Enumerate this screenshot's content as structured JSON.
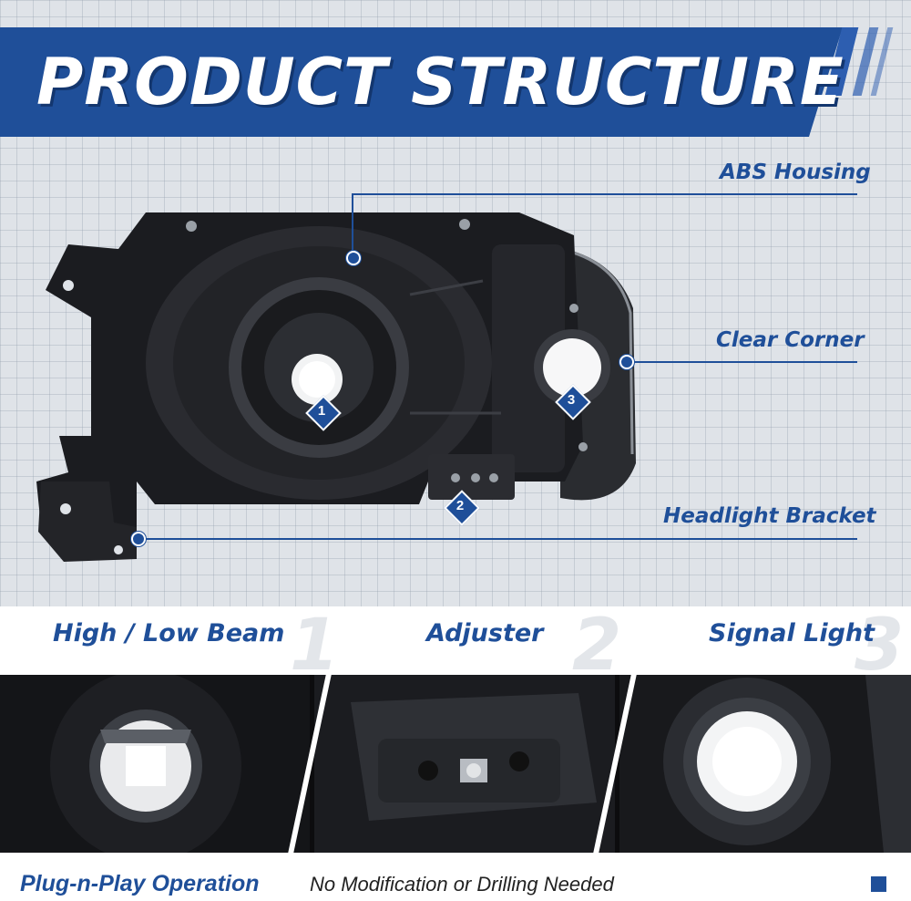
{
  "header": {
    "title": "PRODUCT STRUCTURE"
  },
  "callouts": {
    "abs_housing": "ABS Housing",
    "clear_corner": "Clear Corner",
    "headlight_bracket": "Headlight Bracket"
  },
  "markers": [
    "1",
    "2",
    "3"
  ],
  "features": [
    {
      "label": "High / Low Beam",
      "number": "1"
    },
    {
      "label": "Adjuster",
      "number": "2"
    },
    {
      "label": "Signal Light",
      "number": "3"
    }
  ],
  "footer": {
    "bold_text": "Plug-n-Play Operation",
    "regular_text": "No Modification or Drilling Needed"
  },
  "colors": {
    "accent": "#1f4f99",
    "housing": "#1b1c20",
    "background": "#dfe3e8"
  }
}
